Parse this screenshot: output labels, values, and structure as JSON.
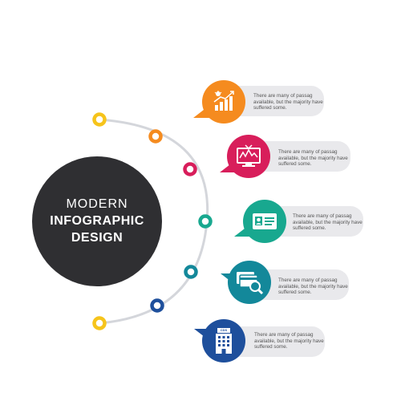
{
  "hub": {
    "line1": "MODERN",
    "line2": "INFOGRAPHIC",
    "line3": "DESIGN"
  },
  "items": [
    {
      "icon": "growth-chart-icon",
      "color": "#f58b1f",
      "text": "There are many of passag available, but the majority have suffered some."
    },
    {
      "icon": "monitor-chart-icon",
      "color": "#d81e5b",
      "text": "There are many of passag available, but the majority have suffered some."
    },
    {
      "icon": "id-card-icon",
      "color": "#18a88f",
      "text": "There are many of passag available, but the majority have suffered some."
    },
    {
      "icon": "card-search-icon",
      "color": "#13889a",
      "text": "There are many of passag available, but the majority have suffered some."
    },
    {
      "icon": "building-icon",
      "color": "#1e4f9c",
      "text": "There are many of passag available, but the majority have suffered some.",
      "badge": "CDS"
    }
  ],
  "dots": {
    "colors": [
      "#f6c41b",
      "#f58b1f",
      "#d81e5b",
      "#18a88f",
      "#13889a",
      "#1e4f9c",
      "#f6c41b"
    ]
  }
}
